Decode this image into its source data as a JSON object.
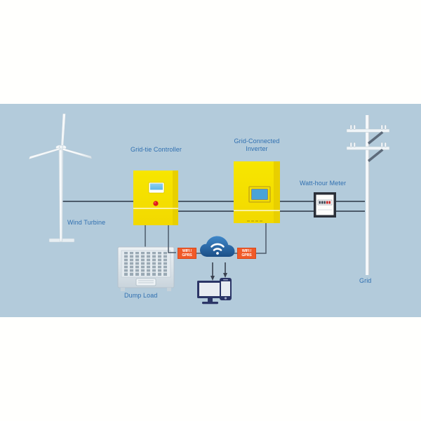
{
  "diagram": {
    "title": "Wind Turbine Grid-Tie System Diagram",
    "background_color": "#b3cbdb",
    "label_color": "#2f6fb0",
    "accent_yellow": "#f5e000",
    "accent_orange": "#f05a28",
    "line_color": "#4d5b6a",
    "labels": {
      "wind_turbine": "Wind Turbine",
      "grid_tie_controller": "Grid-tie Controller",
      "dump_load": "Dump Load",
      "grid_connected_inverter_line1": "Grid-Connected",
      "grid_connected_inverter_line2": "Inverter",
      "watt_hour_meter": "Watt-hour Meter",
      "grid": "Grid"
    },
    "modules": {
      "wifi_gprs_left_line1": "WIFI /",
      "wifi_gprs_left_line2": "GPRS",
      "wifi_gprs_right_line1": "WIFI /",
      "wifi_gprs_right_line2": "GPRS"
    },
    "icons": {
      "cloud": "cloud-wifi-icon",
      "monitor": "desktop-monitor-icon",
      "phone": "smartphone-icon",
      "turbine": "wind-turbine-icon",
      "pole": "utility-pole-icon",
      "meter": "watt-hour-meter-icon",
      "dump_load": "dump-load-icon",
      "controller": "grid-tie-controller-icon",
      "inverter": "grid-connected-inverter-icon"
    }
  }
}
